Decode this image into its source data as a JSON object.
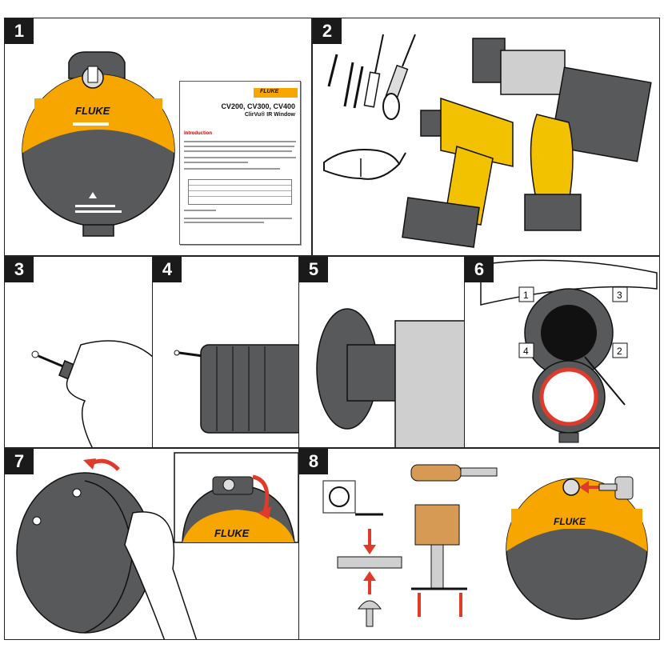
{
  "steps": [
    "1",
    "2",
    "3",
    "4",
    "5",
    "6",
    "7",
    "8"
  ],
  "brand": "FLUKE",
  "document": {
    "brand": "FLUKE",
    "models": "CV200, CV300, CV400",
    "subtitle": "ClirVu® IR Window",
    "heading": "Introduction"
  },
  "callouts": [
    "1",
    "2",
    "3",
    "4"
  ],
  "colors": {
    "accent": "#f7a600",
    "body": "#58595b",
    "line": "#1a1a1a",
    "drill": "#f2c200",
    "arrow": "#e03a2a"
  }
}
